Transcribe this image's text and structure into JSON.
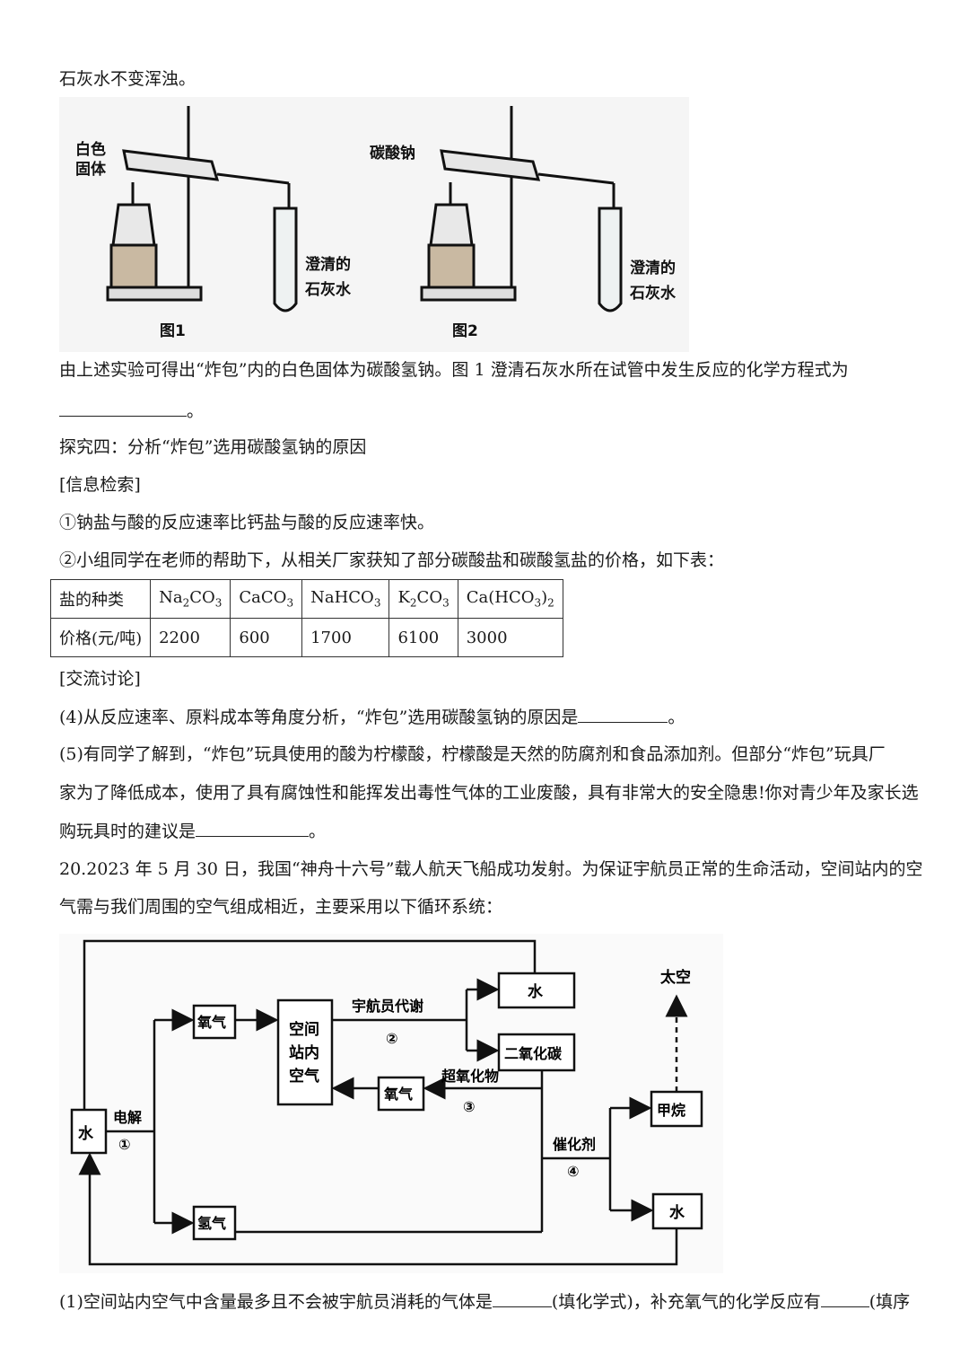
{
  "lines": {
    "l1": "石灰水不变浑浊。",
    "l2": "由上述实验可得出“炸包”内的白色固体为碳酸氢钠。图 1 澄清石灰水所在试管中发生反应的化学方程式为",
    "l3_end": "。",
    "l4": "探究四：分析“炸包”选用碳酸氢钠的原因",
    "l5": "[信息检索]",
    "l6": "①钠盐与酸的反应速率比钙盐与酸的反应速率快。",
    "l7": "②小组同学在老师的帮助下，从相关厂家获知了部分碳酸盐和碳酸氢盐的价格，如下表：",
    "l8": "[交流讨论]",
    "l9_a": "(4)从反应速率、原料成本等角度分析，“炸包”选用碳酸氢钠的原因是",
    "l9_b": "。",
    "l10": "(5)有同学了解到，“炸包”玩具使用的酸为柠檬酸，柠檬酸是天然的防腐剂和食品添加剂。但部分“炸包”玩具厂",
    "l11": "家为了降低成本，使用了具有腐蚀性和能挥发出毒性气体的工业废酸，具有非常大的安全隐患!你对青少年及家长选",
    "l12_a": "购玩具时的建议是",
    "l12_b": "。",
    "l13": "20.2023 年 5 月 30 日，我国“神舟十六号”载人航天飞船成功发射。为保证宇航员正常的生命活动，空间站内的空",
    "l14": "气需与我们周围的空气组成相近，主要采用以下循环系统：",
    "l15_a": "(1)空间站内空气中含量最多且不会被宇航员消耗的气体是",
    "l15_b": "(填化学式)，补充氧气的化学反应有",
    "l15_c": "(填序"
  },
  "figure_apparatus": {
    "fig1_label_a": "白色",
    "fig1_label_b": "固体",
    "fig1_water_a": "澄清的",
    "fig1_water_b": "石灰水",
    "fig1_caption": "图1",
    "fig2_label": "碳酸钠",
    "fig2_water_a": "澄清的",
    "fig2_water_b": "石灰水",
    "fig2_caption": "图2"
  },
  "table": {
    "row1_header": "盐的种类",
    "row2_header": "价格(元/吨)",
    "salts": [
      {
        "base": "Na",
        "sub1": "2",
        "mid": "CO",
        "sub2": "3",
        "tail": "",
        "price": "2200"
      },
      {
        "base": "CaCO",
        "sub1": "3",
        "mid": "",
        "sub2": "",
        "tail": "",
        "price": "600"
      },
      {
        "base": "NaHCO",
        "sub1": "3",
        "mid": "",
        "sub2": "",
        "tail": "",
        "price": "1700"
      },
      {
        "base": "K",
        "sub1": "2",
        "mid": "CO",
        "sub2": "3",
        "tail": "",
        "price": "6100"
      },
      {
        "base": "Ca(HCO",
        "sub1": "3",
        "mid": ")",
        "sub2": "2",
        "tail": "",
        "price": "3000"
      }
    ]
  },
  "cycle_diagram": {
    "water_left": "水",
    "electrolysis": "电解",
    "step1": "①",
    "oxygen_top": "氧气",
    "station_air_a": "空间",
    "station_air_b": "站内",
    "station_air_c": "空气",
    "metabolism": "宇航员代谢",
    "step2": "②",
    "water_top": "水",
    "co2": "二氧化碳",
    "superoxide": "超氧化物",
    "step3": "③",
    "oxygen_mid": "氧气",
    "space": "太空",
    "methane": "甲烷",
    "catalyst": "催化剂",
    "step4": "④",
    "water_right": "水",
    "hydrogen": "氢气"
  }
}
